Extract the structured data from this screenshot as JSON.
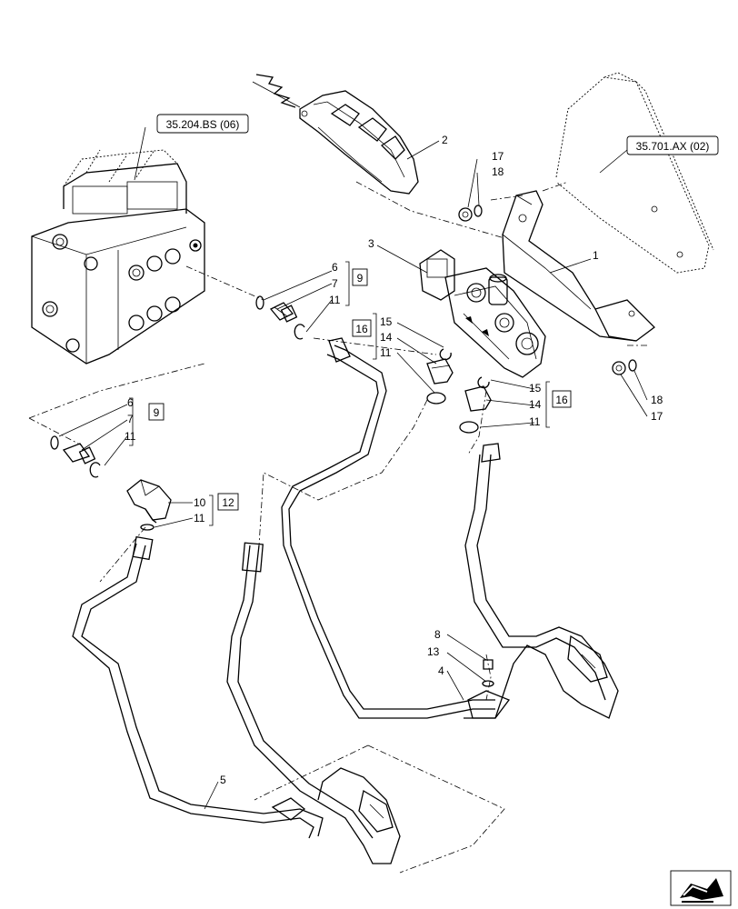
{
  "references": {
    "ref_valve": "35.204.BS (06)",
    "ref_bracket": "35.701.AX (02)"
  },
  "callouts": {
    "p1": "1",
    "p2": "2",
    "p3": "3",
    "p4": "4",
    "p5": "5",
    "p6a": "6",
    "p7a": "7",
    "p11a": "11",
    "g9a": "9",
    "p6b": "6",
    "p7b": "7",
    "p11b": "11",
    "g9b": "9",
    "p15a": "15",
    "p14a": "14",
    "p11c": "11",
    "g16a": "16",
    "p15b": "15",
    "p14b": "14",
    "p11d": "11",
    "g16b": "16",
    "p10": "10",
    "p11e": "11",
    "g12": "12",
    "p17a": "17",
    "p18a": "18",
    "p18b": "18",
    "p17b": "17",
    "p8": "8",
    "p13": "13"
  },
  "icons": {
    "nav": "next-page-arrow-icon"
  }
}
